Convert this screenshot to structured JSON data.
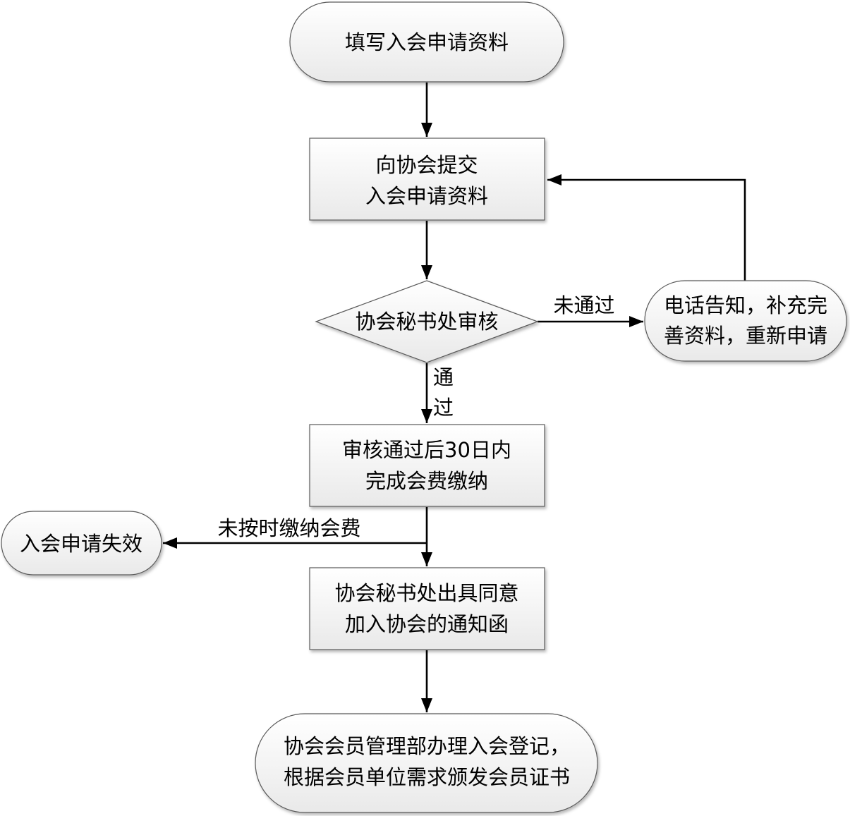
{
  "flowchart": {
    "nodes": {
      "fill_form": {
        "shape": "terminator",
        "lines": [
          "填写入会申请资料"
        ]
      },
      "submit": {
        "shape": "process",
        "lines": [
          "向协会提交",
          "入会申请资料"
        ]
      },
      "review": {
        "shape": "decision",
        "lines": [
          "协会秘书处审核"
        ]
      },
      "notify": {
        "shape": "terminator",
        "lines": [
          "电话告知，补充完",
          "善资料，重新申请"
        ]
      },
      "pay_fee": {
        "shape": "process",
        "lines": [
          "审核通过后30日内",
          "完成会费缴纳"
        ]
      },
      "invalid": {
        "shape": "terminator",
        "lines": [
          "入会申请失效"
        ]
      },
      "notice": {
        "shape": "process",
        "lines": [
          "协会秘书处出具同意",
          "加入协会的通知函"
        ]
      },
      "register": {
        "shape": "terminator",
        "lines": [
          "协会会员管理部办理入会登记，",
          "根据会员单位需求颁发会员证书"
        ]
      }
    },
    "edges": {
      "fill_to_submit": {
        "from": "fill_form",
        "to": "submit",
        "label": ""
      },
      "submit_to_review": {
        "from": "submit",
        "to": "review",
        "label": ""
      },
      "review_fail": {
        "from": "review",
        "to": "notify",
        "label": "未通过"
      },
      "notify_to_submit": {
        "from": "notify",
        "to": "submit",
        "label": ""
      },
      "review_pass": {
        "from": "review",
        "to": "pay_fee",
        "label": "通过"
      },
      "pay_to_notice": {
        "from": "pay_fee",
        "to": "notice",
        "label": ""
      },
      "pay_timeout": {
        "from": "pay_fee",
        "to": "invalid",
        "label": "未按时缴纳会费"
      },
      "notice_to_register": {
        "from": "notice",
        "to": "register",
        "label": ""
      }
    }
  }
}
